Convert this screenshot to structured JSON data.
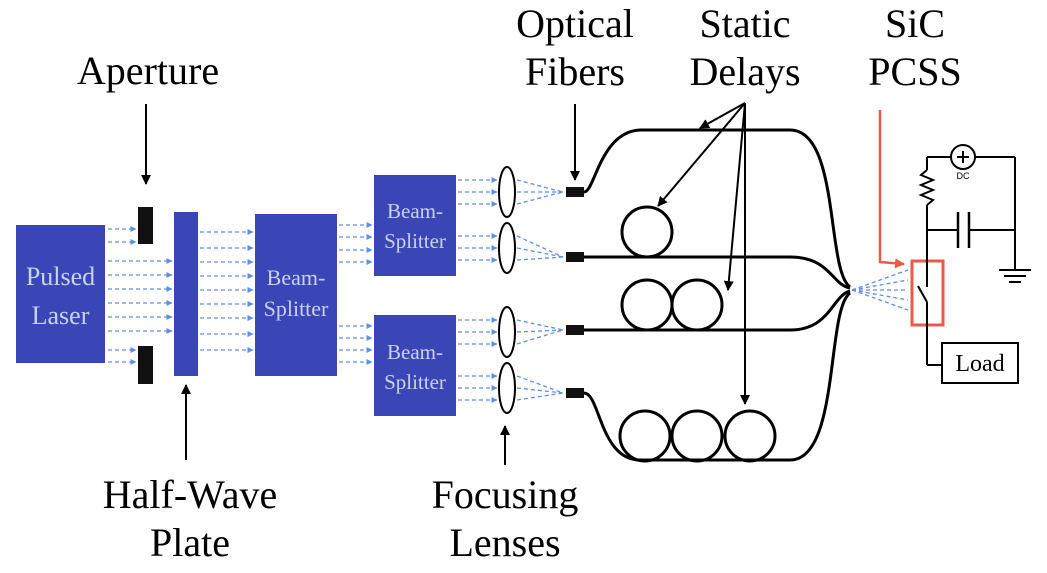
{
  "labels": {
    "aperture": "Aperture",
    "half_wave_1": "Half-Wave",
    "half_wave_2": "Plate",
    "focusing_1": "Focusing",
    "focusing_2": "Lenses",
    "optical_1": "Optical",
    "optical_2": "Fibers",
    "static_1": "Static",
    "static_2": "Delays",
    "sic_1": "SiC",
    "sic_2": "PCSS"
  },
  "blocks": {
    "laser_1": "Pulsed",
    "laser_2": "Laser",
    "bs_main_1": "Beam-",
    "bs_main_2": "Splitter",
    "bs_top_1": "Beam-",
    "bs_top_2": "Splitter",
    "bs_bottom_1": "Beam-",
    "bs_bottom_2": "Splitter"
  },
  "circuit": {
    "dc_label": "DC",
    "load_label": "Load"
  },
  "colors": {
    "block_fill": "#3a46b5",
    "beam": "#5f8fe8",
    "pcss_highlight": "#e85a4a"
  }
}
